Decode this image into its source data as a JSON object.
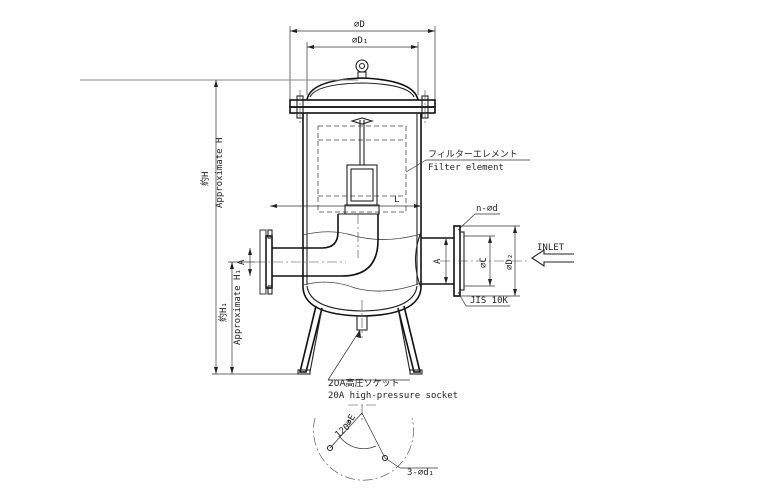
{
  "dimensions": {
    "outer_diameter": "⌀D",
    "flange_diameter": "⌀D₁",
    "height": "約H",
    "height_en": "Approximate H",
    "lower_height": "約H₁",
    "lower_height_en": "Approximate H₁",
    "flange_size_a_left": "A",
    "flange_size_a_right": "A",
    "bolt_circle": "⌀C",
    "flange_outer": "⌀D₂",
    "length": "L",
    "leg_circle": "⌀E",
    "bolt_holes": "n-⌀d",
    "leg_holes": "3-⌀d₁",
    "angle": "120°"
  },
  "callouts": {
    "filter_element_jp": "フィルターエレメント",
    "filter_element_en": "Filter element",
    "inlet": "INLET",
    "jis": "JIS 10K",
    "socket_jp": "20A高圧ソケット",
    "socket_en": "20A high-pressure socket"
  }
}
